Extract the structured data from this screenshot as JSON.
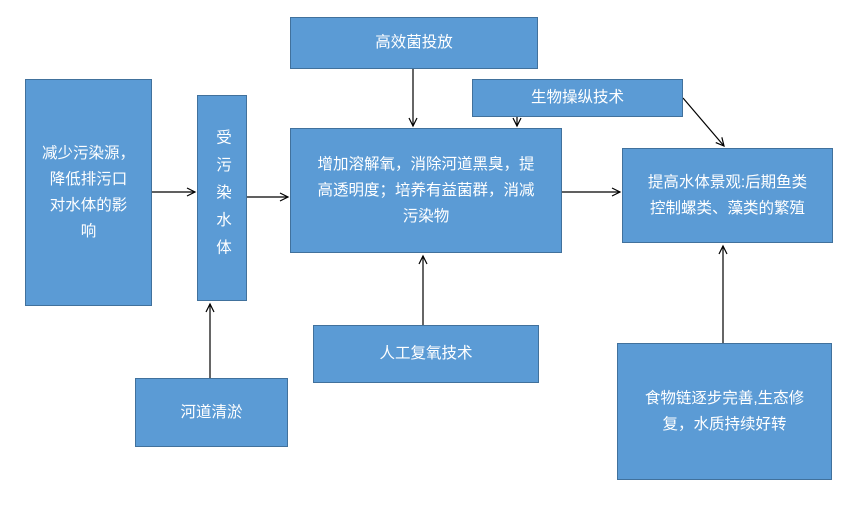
{
  "diagram": {
    "type": "flowchart",
    "colors": {
      "node_fill": "#5b9bd5",
      "node_border": "#41719c",
      "node_text": "#ffffff",
      "arrow": "#000000",
      "background": "#ffffff"
    },
    "nodes": {
      "reduce_pollution": {
        "label": "减少污染源，\n降低排污口\n对水体的影\n响"
      },
      "polluted_water": {
        "label": "受污染水体"
      },
      "bacteria_dosing": {
        "label": "高效菌投放"
      },
      "biomanipulation": {
        "label": "生物操纵技术"
      },
      "core_process": {
        "label": "增加溶解氧，消除河道黑臭，提\n高透明度；培养有益菌群，消减\n污染物"
      },
      "improve_landscape": {
        "label": "提高水体景观:后期鱼类\n控制螺类、藻类的繁殖"
      },
      "artificial_reoxygenation": {
        "label": "人工复氧技术"
      },
      "river_dredging": {
        "label": "河道清淤"
      },
      "food_chain": {
        "label": "食物链逐步完善,生态修\n复，水质持续好转"
      }
    },
    "edges": [
      {
        "from": "reduce_pollution",
        "to": "polluted_water"
      },
      {
        "from": "polluted_water",
        "to": "core_process"
      },
      {
        "from": "bacteria_dosing",
        "to": "core_process"
      },
      {
        "from": "biomanipulation",
        "to": "core_process"
      },
      {
        "from": "biomanipulation",
        "to": "improve_landscape"
      },
      {
        "from": "core_process",
        "to": "improve_landscape"
      },
      {
        "from": "artificial_reoxygenation",
        "to": "core_process"
      },
      {
        "from": "river_dredging",
        "to": "polluted_water"
      },
      {
        "from": "food_chain",
        "to": "improve_landscape"
      }
    ]
  }
}
